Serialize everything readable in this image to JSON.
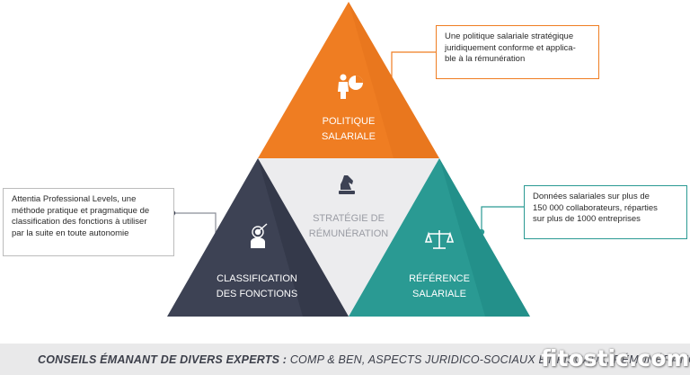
{
  "triangles": {
    "top": {
      "line1": "POLITIQUE",
      "line2": "SALARIALE",
      "icon": "presenter-chart-icon",
      "color": "#ef7d22"
    },
    "center": {
      "line1": "STRATÉGIE DE",
      "line2": "RÉMUNÉRATION",
      "icon": "chess-knight-icon",
      "color": "#ececee"
    },
    "left": {
      "line1": "CLASSIFICATION",
      "line2": "DES FONCTIONS",
      "icon": "target-person-icon",
      "color": "#3d4254"
    },
    "right": {
      "line1": "RÉFÉRENCE",
      "line2": "SALARIALE",
      "icon": "scales-icon",
      "color": "#2a9a93"
    }
  },
  "callouts": {
    "top": [
      "Une politique salariale stratégique",
      "juridiquement conforme et applica-",
      "ble à la rémunération"
    ],
    "left": [
      "Attentia Professional Levels, une",
      "méthode pratique et pragmatique de",
      "classification des fonctions à utiliser",
      "par la suite en toute autonomie"
    ],
    "right": [
      "Données salariales sur plus de",
      "150 000 collaborateurs, réparties",
      "sur plus de 1000 entreprises"
    ]
  },
  "footer": {
    "bold": "CONSEILS ÉMANANT DE DIVERS EXPERTS :",
    "rest": " COMP & BEN, ASPECTS JURIDICO-SOCIAUX ET FISCAUX, RÉMUNÉRATION"
  },
  "watermark": "fitostic.com"
}
